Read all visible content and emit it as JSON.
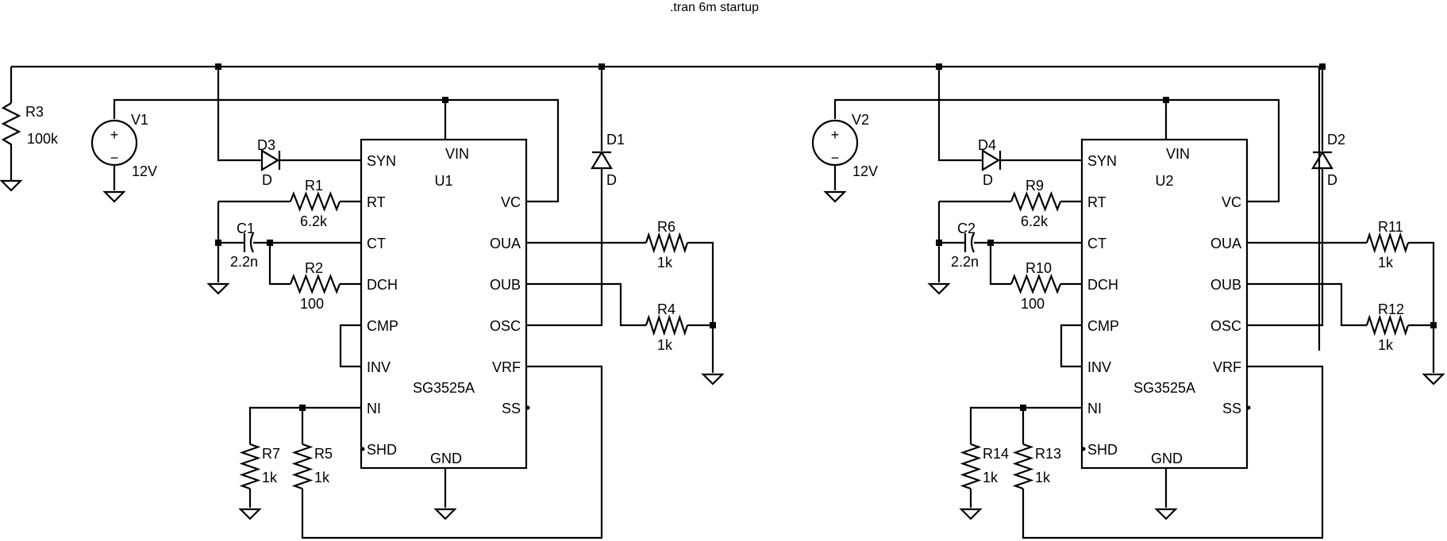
{
  "directive": ".tran 6m startup",
  "left_stage": {
    "ic_ref": "U1",
    "ic_part": "SG3525A",
    "pins": {
      "syn": "SYN",
      "vin": "VIN",
      "rt": "RT",
      "vc": "VC",
      "ct": "CT",
      "oua": "OUA",
      "dch": "DCH",
      "oub": "OUB",
      "cmp": "CMP",
      "osc": "OSC",
      "inv": "INV",
      "vrf": "VRF",
      "ni": "NI",
      "ss": "SS",
      "shd": "SHD",
      "gnd": "GND"
    },
    "pull_resistor": {
      "ref": "R3",
      "value": "100k"
    },
    "source": {
      "ref": "V1",
      "value": "12V",
      "plus": "+",
      "minus": "−"
    },
    "sync_diode": {
      "ref": "D3",
      "model": "D"
    },
    "osc_diode": {
      "ref": "D1",
      "model": "D"
    },
    "rt_resistor": {
      "ref": "R1",
      "value": "6.2k"
    },
    "ct_capacitor": {
      "ref": "C1",
      "value": "2.2n"
    },
    "dch_resistor": {
      "ref": "R2",
      "value": "100"
    },
    "oua_load": {
      "ref": "R6",
      "value": "1k"
    },
    "oub_load": {
      "ref": "R4",
      "value": "1k"
    },
    "ni_bottom": {
      "ref": "R7",
      "value": "1k"
    },
    "ni_top": {
      "ref": "R5",
      "value": "1k"
    }
  },
  "right_stage": {
    "ic_ref": "U2",
    "ic_part": "SG3525A",
    "pins": {
      "syn": "SYN",
      "vin": "VIN",
      "rt": "RT",
      "vc": "VC",
      "ct": "CT",
      "oua": "OUA",
      "dch": "DCH",
      "oub": "OUB",
      "cmp": "CMP",
      "osc": "OSC",
      "inv": "INV",
      "vrf": "VRF",
      "ni": "NI",
      "ss": "SS",
      "shd": "SHD",
      "gnd": "GND"
    },
    "source": {
      "ref": "V2",
      "value": "12V",
      "plus": "+",
      "minus": "−"
    },
    "sync_diode": {
      "ref": "D4",
      "model": "D"
    },
    "osc_diode": {
      "ref": "D2",
      "model": "D"
    },
    "rt_resistor": {
      "ref": "R9",
      "value": "6.2k"
    },
    "ct_capacitor": {
      "ref": "C2",
      "value": "2.2n"
    },
    "dch_resistor": {
      "ref": "R10",
      "value": "100"
    },
    "oua_load": {
      "ref": "R11",
      "value": "1k"
    },
    "oub_load": {
      "ref": "R12",
      "value": "1k"
    },
    "ni_bottom": {
      "ref": "R14",
      "value": "1k"
    },
    "ni_top": {
      "ref": "R13",
      "value": "1k"
    }
  }
}
